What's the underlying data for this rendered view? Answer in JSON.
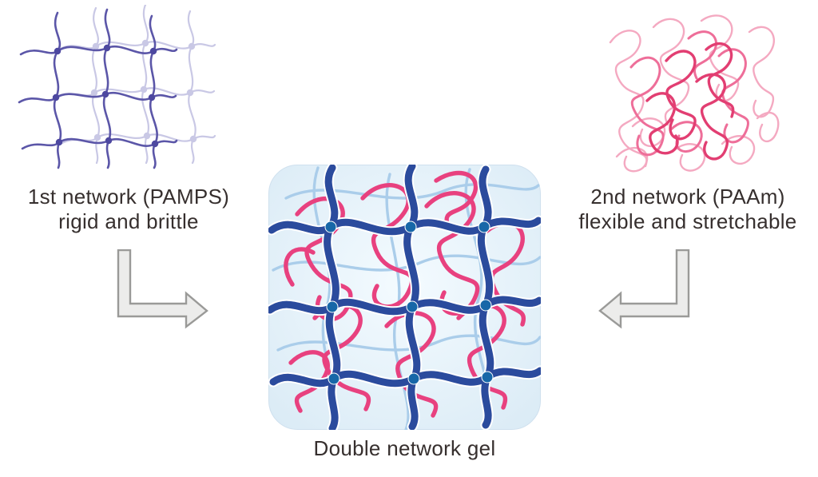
{
  "labels": {
    "first_network": {
      "line1": "1st network (PAMPS)",
      "line2": "rigid and brittle"
    },
    "second_network": {
      "line1": "2nd network (PAAm)",
      "line2": "flexible and stretchable"
    },
    "caption": "Double network gel"
  },
  "icons": {
    "left_arrow": "elbow-arrow-down-right",
    "right_arrow": "elbow-arrow-down-left"
  },
  "colors": {
    "page-bg": "#ffffff",
    "text": "#362f2e",
    "pamps-dark": "#5b56a8",
    "pamps-node": "#4d48a0",
    "pamps-light": "#c9c8e5",
    "paam-dark": "#e23e72",
    "paam-mid": "#ee6e99",
    "paam-light": "#f4a9c1",
    "gel-bg-edge": "#d9eaf5",
    "gel-bg-center": "#f4fbff",
    "gel-blue": "#2b4b9d",
    "gel-node": "#1767a8",
    "gel-pink": "#e8417f",
    "gel-lightblue": "#aacdea",
    "arrow-fill": "#ececeb",
    "arrow-stroke": "#9a9a98"
  }
}
